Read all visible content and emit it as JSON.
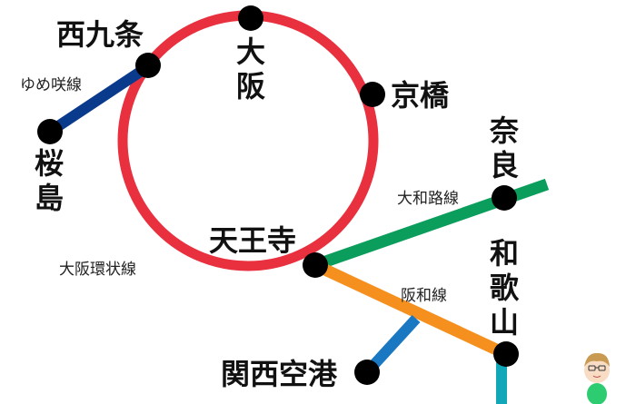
{
  "stations": {
    "nishikujo": "西九条",
    "osaka": "大阪",
    "kyobashi": "京橋",
    "sakurajima": "桜島",
    "tennoji": "天王寺",
    "nara": "奈良",
    "wakayama": "和歌山",
    "kansai_airport": "関西空港"
  },
  "lines": {
    "yumesaki": "ゆめ咲線",
    "loop": "大阪環状線",
    "yamatoji": "大和路線",
    "hanwa": "阪和線"
  },
  "colors": {
    "loop": "#e8303f",
    "yumesaki": "#0a3a8c",
    "yamatoji": "#0b9d5c",
    "hanwa": "#f5901e",
    "airport": "#1a78c2",
    "kinokuni": "#12a7b8",
    "station": "#000000"
  }
}
